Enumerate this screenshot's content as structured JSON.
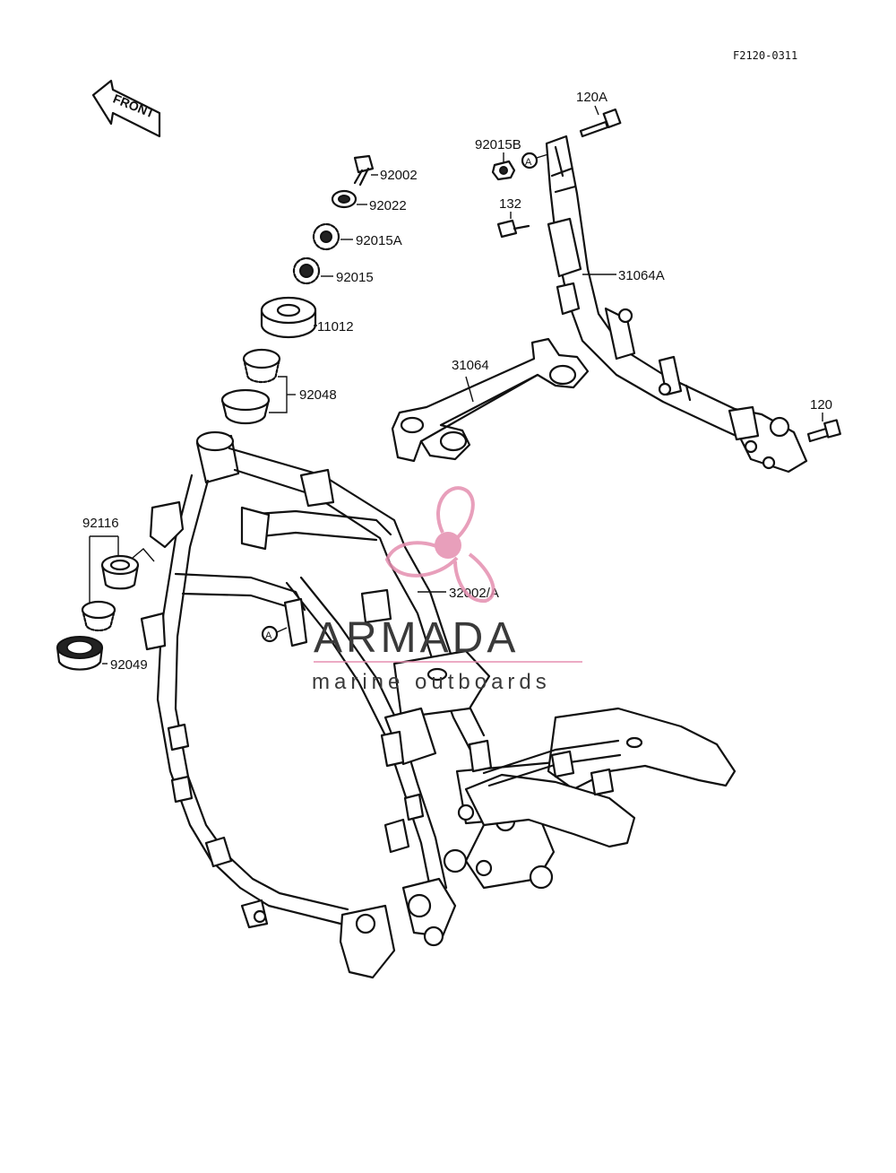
{
  "diagram_code": "F2120-0311",
  "front_arrow_label": "FRONT",
  "reference_mark": "A",
  "watermark": {
    "line1": "ARMADA",
    "line2": "marine outboards",
    "accent": "#e58fb0"
  },
  "callouts": {
    "p92002": "92002",
    "p92022": "92022",
    "p92015A": "92015A",
    "p92015": "92015",
    "p11012": "11012",
    "p92048": "92048",
    "p92116": "92116",
    "p92049": "92049",
    "p120A": "120A",
    "p92015B": "92015B",
    "p132": "132",
    "p31064A": "31064A",
    "p31064": "31064",
    "p120": "120",
    "p32002A": "32002/A"
  }
}
